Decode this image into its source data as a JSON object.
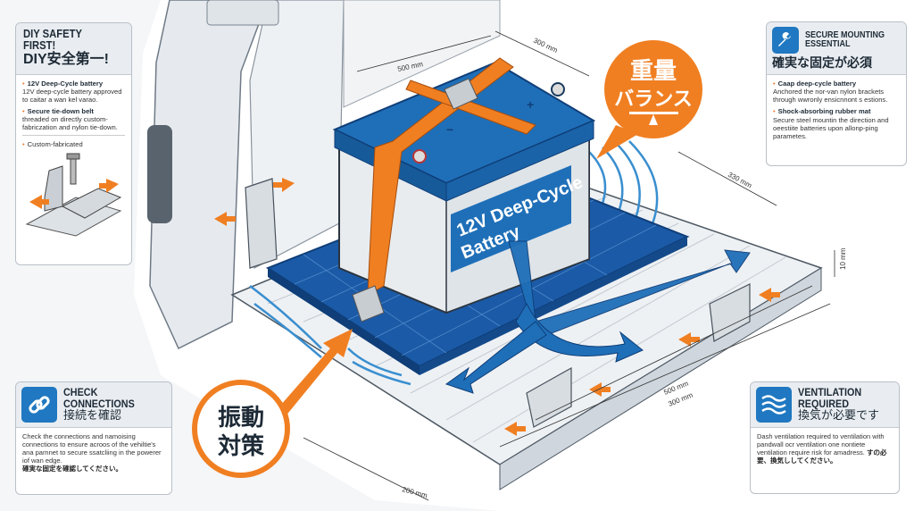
{
  "colors": {
    "accent_orange": "#f07f22",
    "accent_blue": "#1f6fb8",
    "mat_blue": "#1b5aa6",
    "card_header": "#e9edf1"
  },
  "safety_card": {
    "title_en": "DIY SAFETY FIRST!",
    "title_ja": "DIY安全第一!",
    "items": [
      {
        "heading": "12V Deep-Cycle battery",
        "text": "12V deep-cycle battery approved to caitar a wan kel varao."
      },
      {
        "heading": "Secure tie-down belt",
        "text": "threaded on directly custom-fabriczation and nylon tie-down."
      }
    ],
    "bracket_label": "Custom-fabricated",
    "icon": "bracket-bolt-illustration"
  },
  "mounting_card": {
    "icon": "wrench-icon",
    "title_en": "SECURE MOUNTING ESSENTIAL",
    "title_ja": "確実な固定が必須",
    "items": [
      {
        "heading": "Caap deep-cycle battery",
        "text": "Anchored the nor-van nylon brackets through wwronly ensicnnont s estions."
      },
      {
        "heading": "Shock-absorbing rubber mat",
        "text": "Secure steel mountin the direction and oeestiite batteries upon allonp-ping parametes."
      }
    ]
  },
  "connections_card": {
    "icon": "link-icon",
    "title_en": "CHECK CONNECTIONS",
    "title_ja": "接続を確認",
    "text": "Check the connections and namoising connections to ensure acroos of the vehiltie's ana parnnet to secure ssatcliing in the powerer iof wan edge.",
    "text_ja": "確実な固定を確認してください。"
  },
  "ventilation_card": {
    "icon": "waves-icon",
    "title_en": "VENTILATION REQUIRED",
    "title_ja": "換気が必要です",
    "text": "Dash ventilation required to ventilation with pandwall ocr ventilation one nontiete ventilation require risk for amadress.",
    "text_ja": "すの必要、換気ししてください。"
  },
  "battery": {
    "label_line1": "12V Deep-Cycle",
    "label_line2": "Battery",
    "plus": "+",
    "minus": "−"
  },
  "callouts": {
    "weight_balance": "重量",
    "weight_balance2": "バランス",
    "vibration": "振動",
    "vibration2": "対策"
  },
  "dimensions": {
    "d1": "500 mm",
    "d2": "300 mm",
    "d3": "330 mm",
    "d4": "10 mm",
    "d5": "500 mm",
    "d6": "300 mm",
    "d7": "200 mm"
  }
}
